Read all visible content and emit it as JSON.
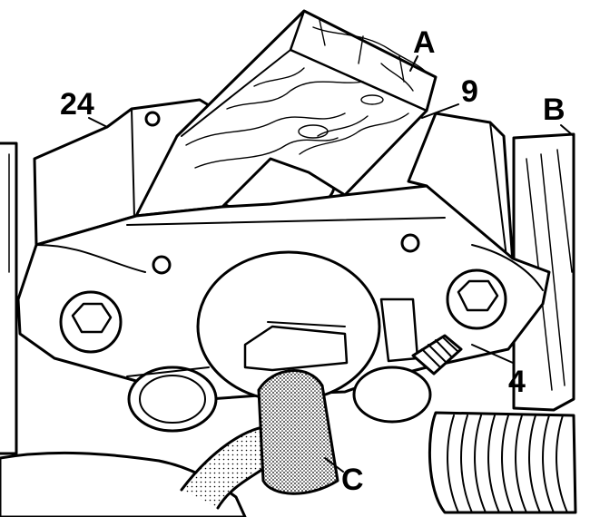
{
  "labels": {
    "part_24": "24",
    "part_A": "A",
    "part_9": "9",
    "part_B": "B",
    "part_4": "4",
    "part_C": "C"
  },
  "colors": {
    "ink": "#000000",
    "paper": "#ffffff",
    "stipple": "#6a6a6a"
  }
}
